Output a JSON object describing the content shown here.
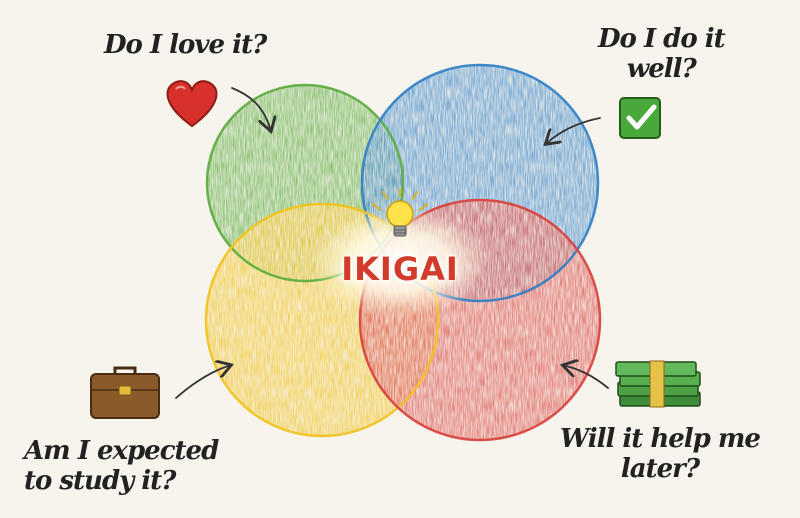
{
  "diagram": {
    "center_label": "IKIGAI",
    "labels": {
      "love": [
        "Do I love it?"
      ],
      "well": [
        "Do I do it",
        "well?"
      ],
      "study": [
        "Am I expected",
        "to study it?"
      ],
      "help": [
        "Will it help me",
        "later?"
      ]
    }
  },
  "colors": {
    "green": "#5aab3c",
    "blue": "#2f7fc4",
    "yellow": "#f2c21c",
    "red": "#d8403a",
    "center_text": "#d23a2c",
    "background": "#f7f4ee"
  },
  "icons": {
    "love": "heart-icon",
    "well": "checkbox-icon",
    "study": "briefcase-icon",
    "help": "money-stack-icon",
    "center": "lightbulb-icon"
  }
}
